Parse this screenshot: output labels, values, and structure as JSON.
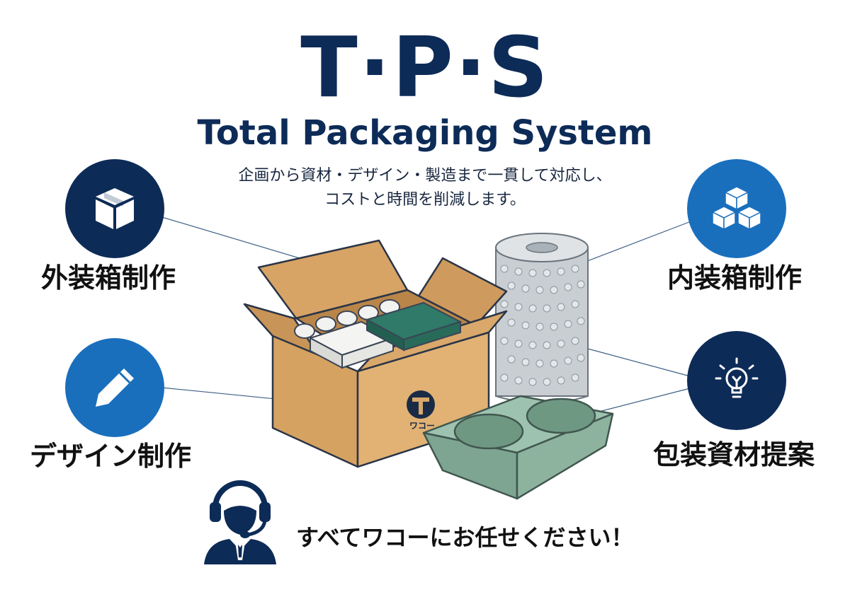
{
  "header": {
    "title": "T·P·S",
    "subtitle": "Total Packaging System",
    "tagline_lines": [
      "企画から資材・デザイン・製造まで一貫して対応し、",
      "コストと時間を削減します。"
    ]
  },
  "services": [
    {
      "label": "外装箱制作",
      "icon": "box-icon",
      "color": "#0d2b57"
    },
    {
      "label": "デザイン制作",
      "icon": "pencil-icon",
      "color": "#1a6fbd"
    },
    {
      "label": "内装箱制作",
      "icon": "cubes-icon",
      "color": "#1a6fbd"
    },
    {
      "label": "包装資材提案",
      "icon": "lightbulb-icon",
      "color": "#0d2b57"
    }
  ],
  "illustration": {
    "box_logo_text": "ワコー"
  },
  "footer": {
    "cta": "すべてワコーにお任せください！",
    "icon": "support-agent-icon"
  },
  "colors": {
    "navy": "#0d2b57",
    "blue": "#1a6fbd",
    "cardboard": "#d9a86a",
    "teal": "#2f7a68",
    "mold": "#8fb5a3"
  }
}
